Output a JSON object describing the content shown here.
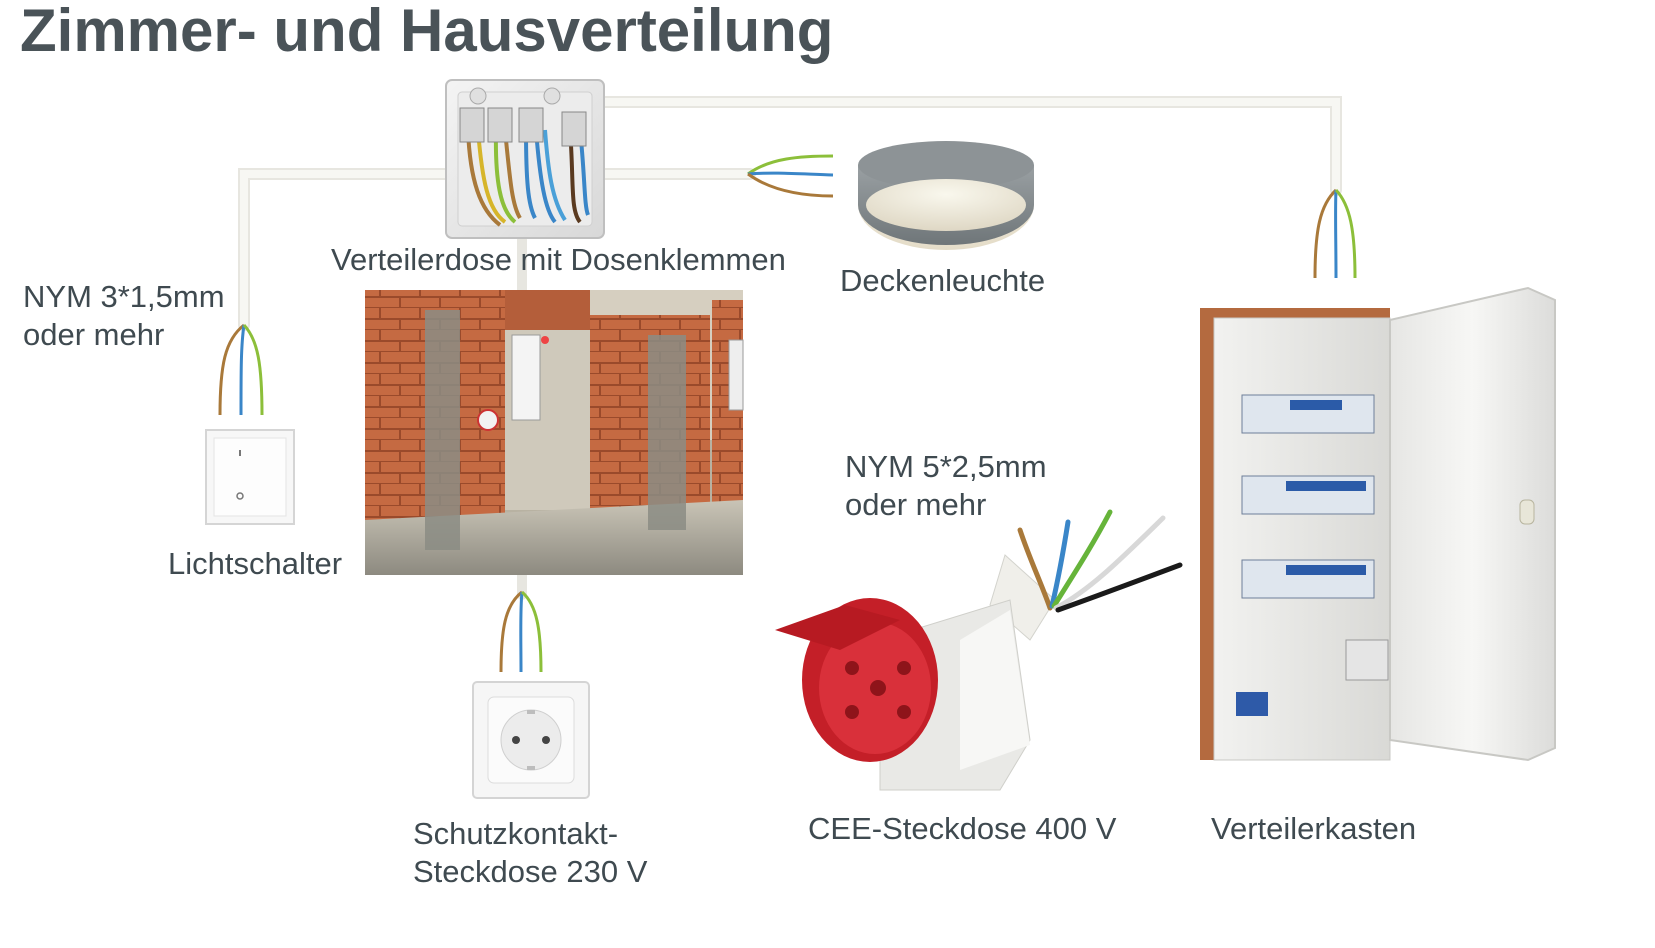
{
  "title": "Zimmer- und Hausverteilung",
  "labels": {
    "junction_box": "Verteilerdose mit Dosenklemmen",
    "ceiling_light": "Deckenleuchte",
    "cable_1_line1": "NYM 3*1,5mm",
    "cable_1_line2": "oder mehr",
    "light_switch": "Lichtschalter",
    "cable_2_line1": "NYM 5*2,5mm",
    "cable_2_line2": "oder mehr",
    "socket_line1": "Schutzkontakt-",
    "socket_line2": "Steckdose 230 V",
    "cee_socket": "CEE-Steckdose 400 V",
    "distribution_board": "Verteilerkasten"
  },
  "colors": {
    "title": "#4a5358",
    "text": "#3f4a50",
    "wire_brown": "#a9793a",
    "wire_blue": "#3a86c8",
    "wire_green_yellow": "#8cbf3a",
    "wire_grey": "#c8c8c8",
    "wire_black": "#1a1a1a",
    "cable_sheath": "#f0efe9",
    "brick": "#c0683f",
    "cee_red": "#d3202a"
  }
}
